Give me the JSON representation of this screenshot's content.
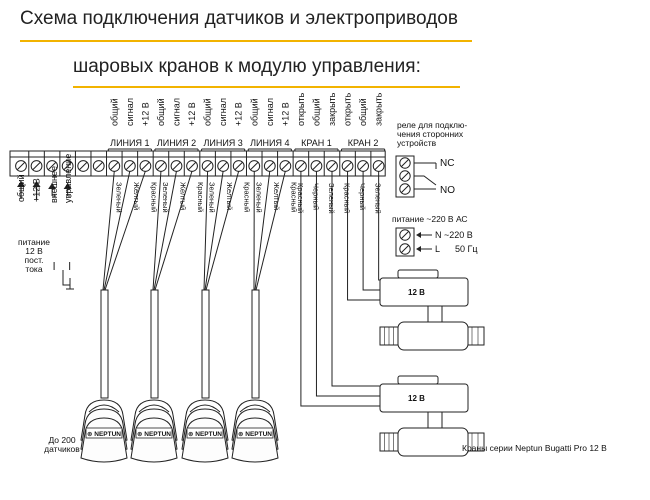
{
  "title": {
    "line1": "Схема подключения датчиков и электроприводов",
    "line2": "шаровых кранов к модулю управления:",
    "accent": "#f2b300"
  },
  "terminals": {
    "top_labels": [
      "общий",
      "сигнал",
      "+12 В",
      "общий",
      "сигнал",
      "+12 В",
      "общий",
      "сигнал",
      "+12 В",
      "общий",
      "сигнал",
      "+12 В",
      "открыть",
      "общий",
      "закрыть",
      "открыть",
      "общий",
      "закрыть"
    ],
    "groups": [
      "ЛИНИЯ 1",
      "ЛИНИЯ 2",
      "ЛИНИЯ 3",
      "ЛИНИЯ 4",
      "КРАН 1",
      "КРАН 2"
    ],
    "count": 24
  },
  "power": {
    "labels": [
      "общий",
      "+12 В"
    ],
    "caption": [
      "питание",
      "12 В",
      "пост.",
      "тока"
    ]
  },
  "external_control": [
    "внешнее",
    "управление"
  ],
  "sensor_wires": [
    "Зеленый",
    "Желтый",
    "Красный"
  ],
  "valve_wires": [
    "Красный",
    "Черный",
    "Зеленый",
    "Красный",
    "Черный",
    "Зеленый"
  ],
  "relay": {
    "caption": [
      "реле для подклю-",
      "чения сторонних",
      "устройств"
    ],
    "nc": "NC",
    "no": "NO"
  },
  "mains": {
    "caption": "питание ~220 В АС",
    "n": "N ~220 В",
    "l": "L",
    "hz": "50 Гц"
  },
  "valves": [
    {
      "label": "12 В"
    },
    {
      "label": "12 В"
    }
  ],
  "sensors": {
    "brand": "NEPTUN",
    "count_caption": [
      "До 200",
      "датчиков"
    ]
  },
  "valves_caption": "Краны серии Neptun Bugatti Pro 12 В"
}
